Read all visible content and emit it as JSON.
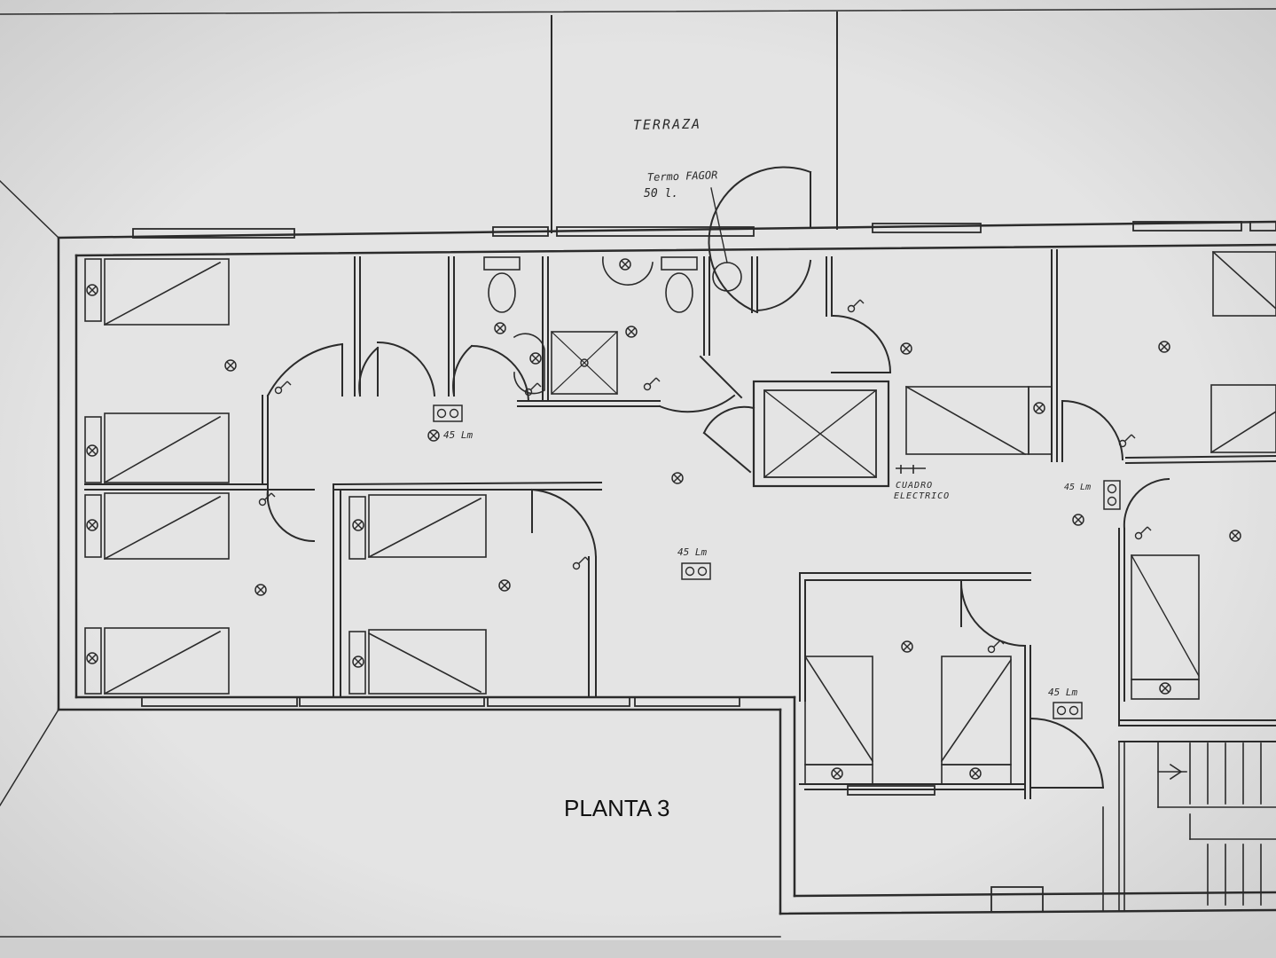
{
  "plan": {
    "title": "PLANTA 3",
    "labels": {
      "terrace": "TERRAZA",
      "water_heater_line1": "Termo FAGOR",
      "water_heater_line2": "50 l.",
      "electrical_panel_line1": "CUADRO",
      "electrical_panel_line2": "ELECTRICO",
      "lumen_corridor_top": "45 Lm",
      "lumen_corridor_center": "45 Lm",
      "lumen_corridor_bottom": "45 Lm",
      "lumen_right_landing": "45 Lm"
    },
    "colors": {
      "paper": "#d9d9d9",
      "paper_light": "#e6e6e6",
      "ink": "#2b2b2b"
    }
  }
}
